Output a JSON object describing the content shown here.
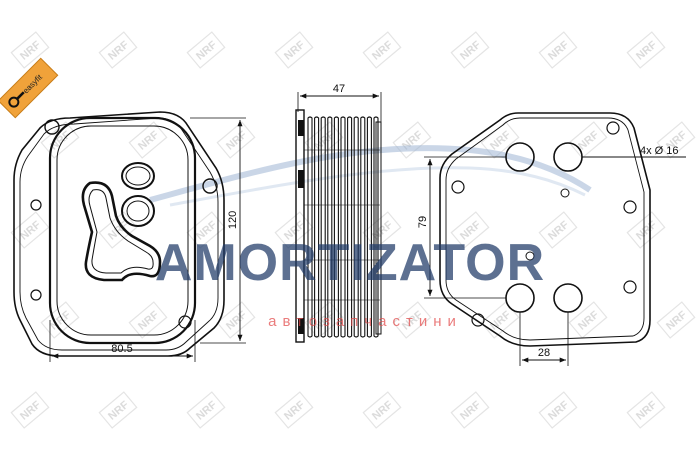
{
  "badge": {
    "label": "easyfit",
    "icon": "wrench-icon",
    "color": "#f0a23a"
  },
  "dimensions": {
    "front_width": "80.5",
    "front_height": "120",
    "side_depth": "47",
    "back_hole_spacing_v": "79",
    "back_hole_spacing_h": "28",
    "hole_callout": "4x Ø 16"
  },
  "watermark": {
    "main": "AMORTIZATOR",
    "sub": "автозапчастини",
    "tile_text": "NRF",
    "main_color": "#1f3a68",
    "sub_color": "#e34a4a"
  }
}
